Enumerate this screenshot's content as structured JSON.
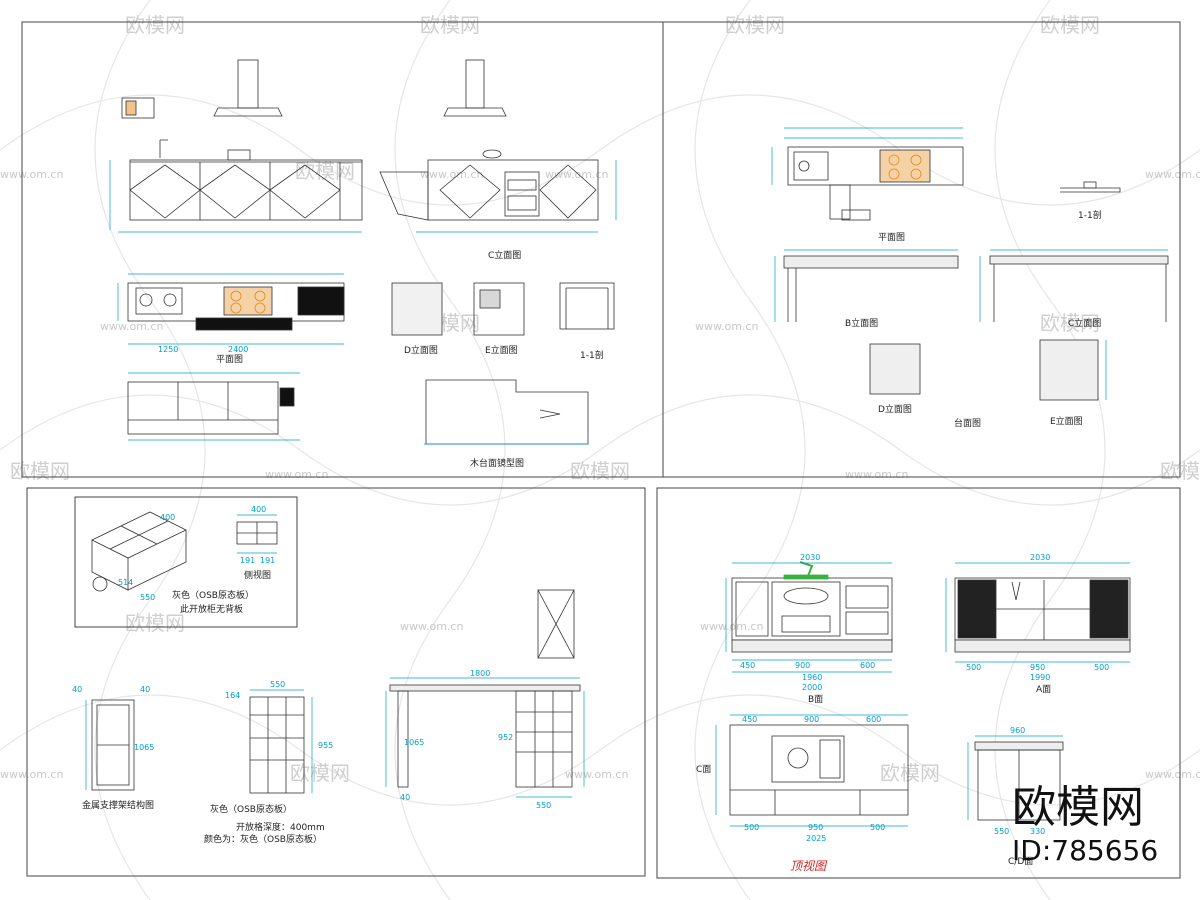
{
  "watermark": {
    "brand": "欧模网",
    "site": "www.om.cn",
    "id_text": "ID:785656"
  },
  "sheet1": {
    "label_c_elev": "C立面图",
    "label_plan": "平面图",
    "label_d_elev": "D立面图",
    "label_e_elev": "E立面图",
    "label_section": "1-1剖",
    "label_wood_top": "木台面镜型图",
    "dim_plan_total": "2400",
    "dim_plan_mid": "1250"
  },
  "sheet2": {
    "label_plan": "平面图",
    "label_section": "1-1剖",
    "label_b_elev": "B立面图",
    "label_c_elev": "C立面图",
    "label_d_elev": "D立面图",
    "label_e_elev": "E立面图",
    "label_countertop": "台面图"
  },
  "sheet3": {
    "inset_label": "侧视图",
    "inset_dim_top": "400",
    "inset_dim_a": "191",
    "inset_dim_b": "191",
    "inset_color": "灰色（OSB原态板）",
    "inset_note": "此开放柜无背板",
    "inset_dim_400": "400",
    "inset_dim_514": "514",
    "inset_dim_550": "550",
    "frame_label": "金属支撑架结构图",
    "frame_dim_w": "40",
    "frame_dim_h": "1065",
    "frame_dim_w2": "40",
    "shelf_dim_w": "550",
    "shelf_dim_h": "955",
    "shelf_dim_top": "164",
    "shelf_color": "灰色（OSB原态板）",
    "shelf_note1": "开放格深度：400mm",
    "shelf_note2": "颜色为：灰色（OSB原态板）",
    "counter_dim_w": "1800",
    "counter_dim_h": "1065",
    "counter_dim_r": "952",
    "counter_dim_base": "550",
    "counter_dim_40": "40"
  },
  "sheet4": {
    "dim_b_total": "2030",
    "dim_b_450": "450",
    "dim_b_900": "900",
    "dim_b_600": "600",
    "dim_b_sum": "1960",
    "dim_b_2000": "2000",
    "label_b": "B面",
    "dim_a_total": "2030",
    "dim_a_500": "500",
    "dim_a_950": "950",
    "dim_a_500b": "500",
    "dim_a_1990": "1990",
    "label_a": "A面",
    "label_top": "顶视图",
    "dim_t_450": "450",
    "dim_t_900": "900",
    "dim_t_600": "600",
    "dim_t_2025": "2025",
    "dim_t_500": "500",
    "dim_t_950": "950",
    "dim_t_500b": "500",
    "label_c": "C面",
    "dim_cd_960": "960",
    "dim_cd_550": "550",
    "dim_cd_330": "330",
    "label_cd": "C/D面"
  },
  "colors": {
    "line": "#333333",
    "dim": "#00a0c8",
    "accent": "#e08a1e",
    "green": "#3cb043",
    "red_title": "#cc2222",
    "watermark": "#d0d0d0"
  }
}
